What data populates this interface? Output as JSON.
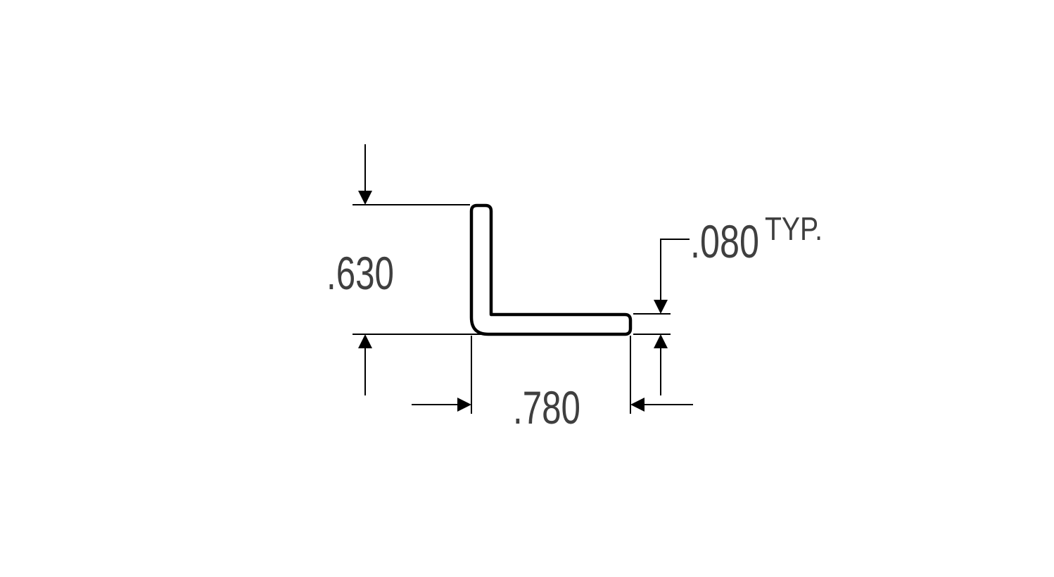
{
  "drawing": {
    "profile": "angle-profile",
    "dimensions": {
      "height": ".630",
      "width": ".780",
      "thickness": ".080",
      "thickness_note": "TYP."
    },
    "colors": {
      "line": "#000000",
      "text": "#3f3f3f",
      "background": "#ffffff"
    }
  }
}
